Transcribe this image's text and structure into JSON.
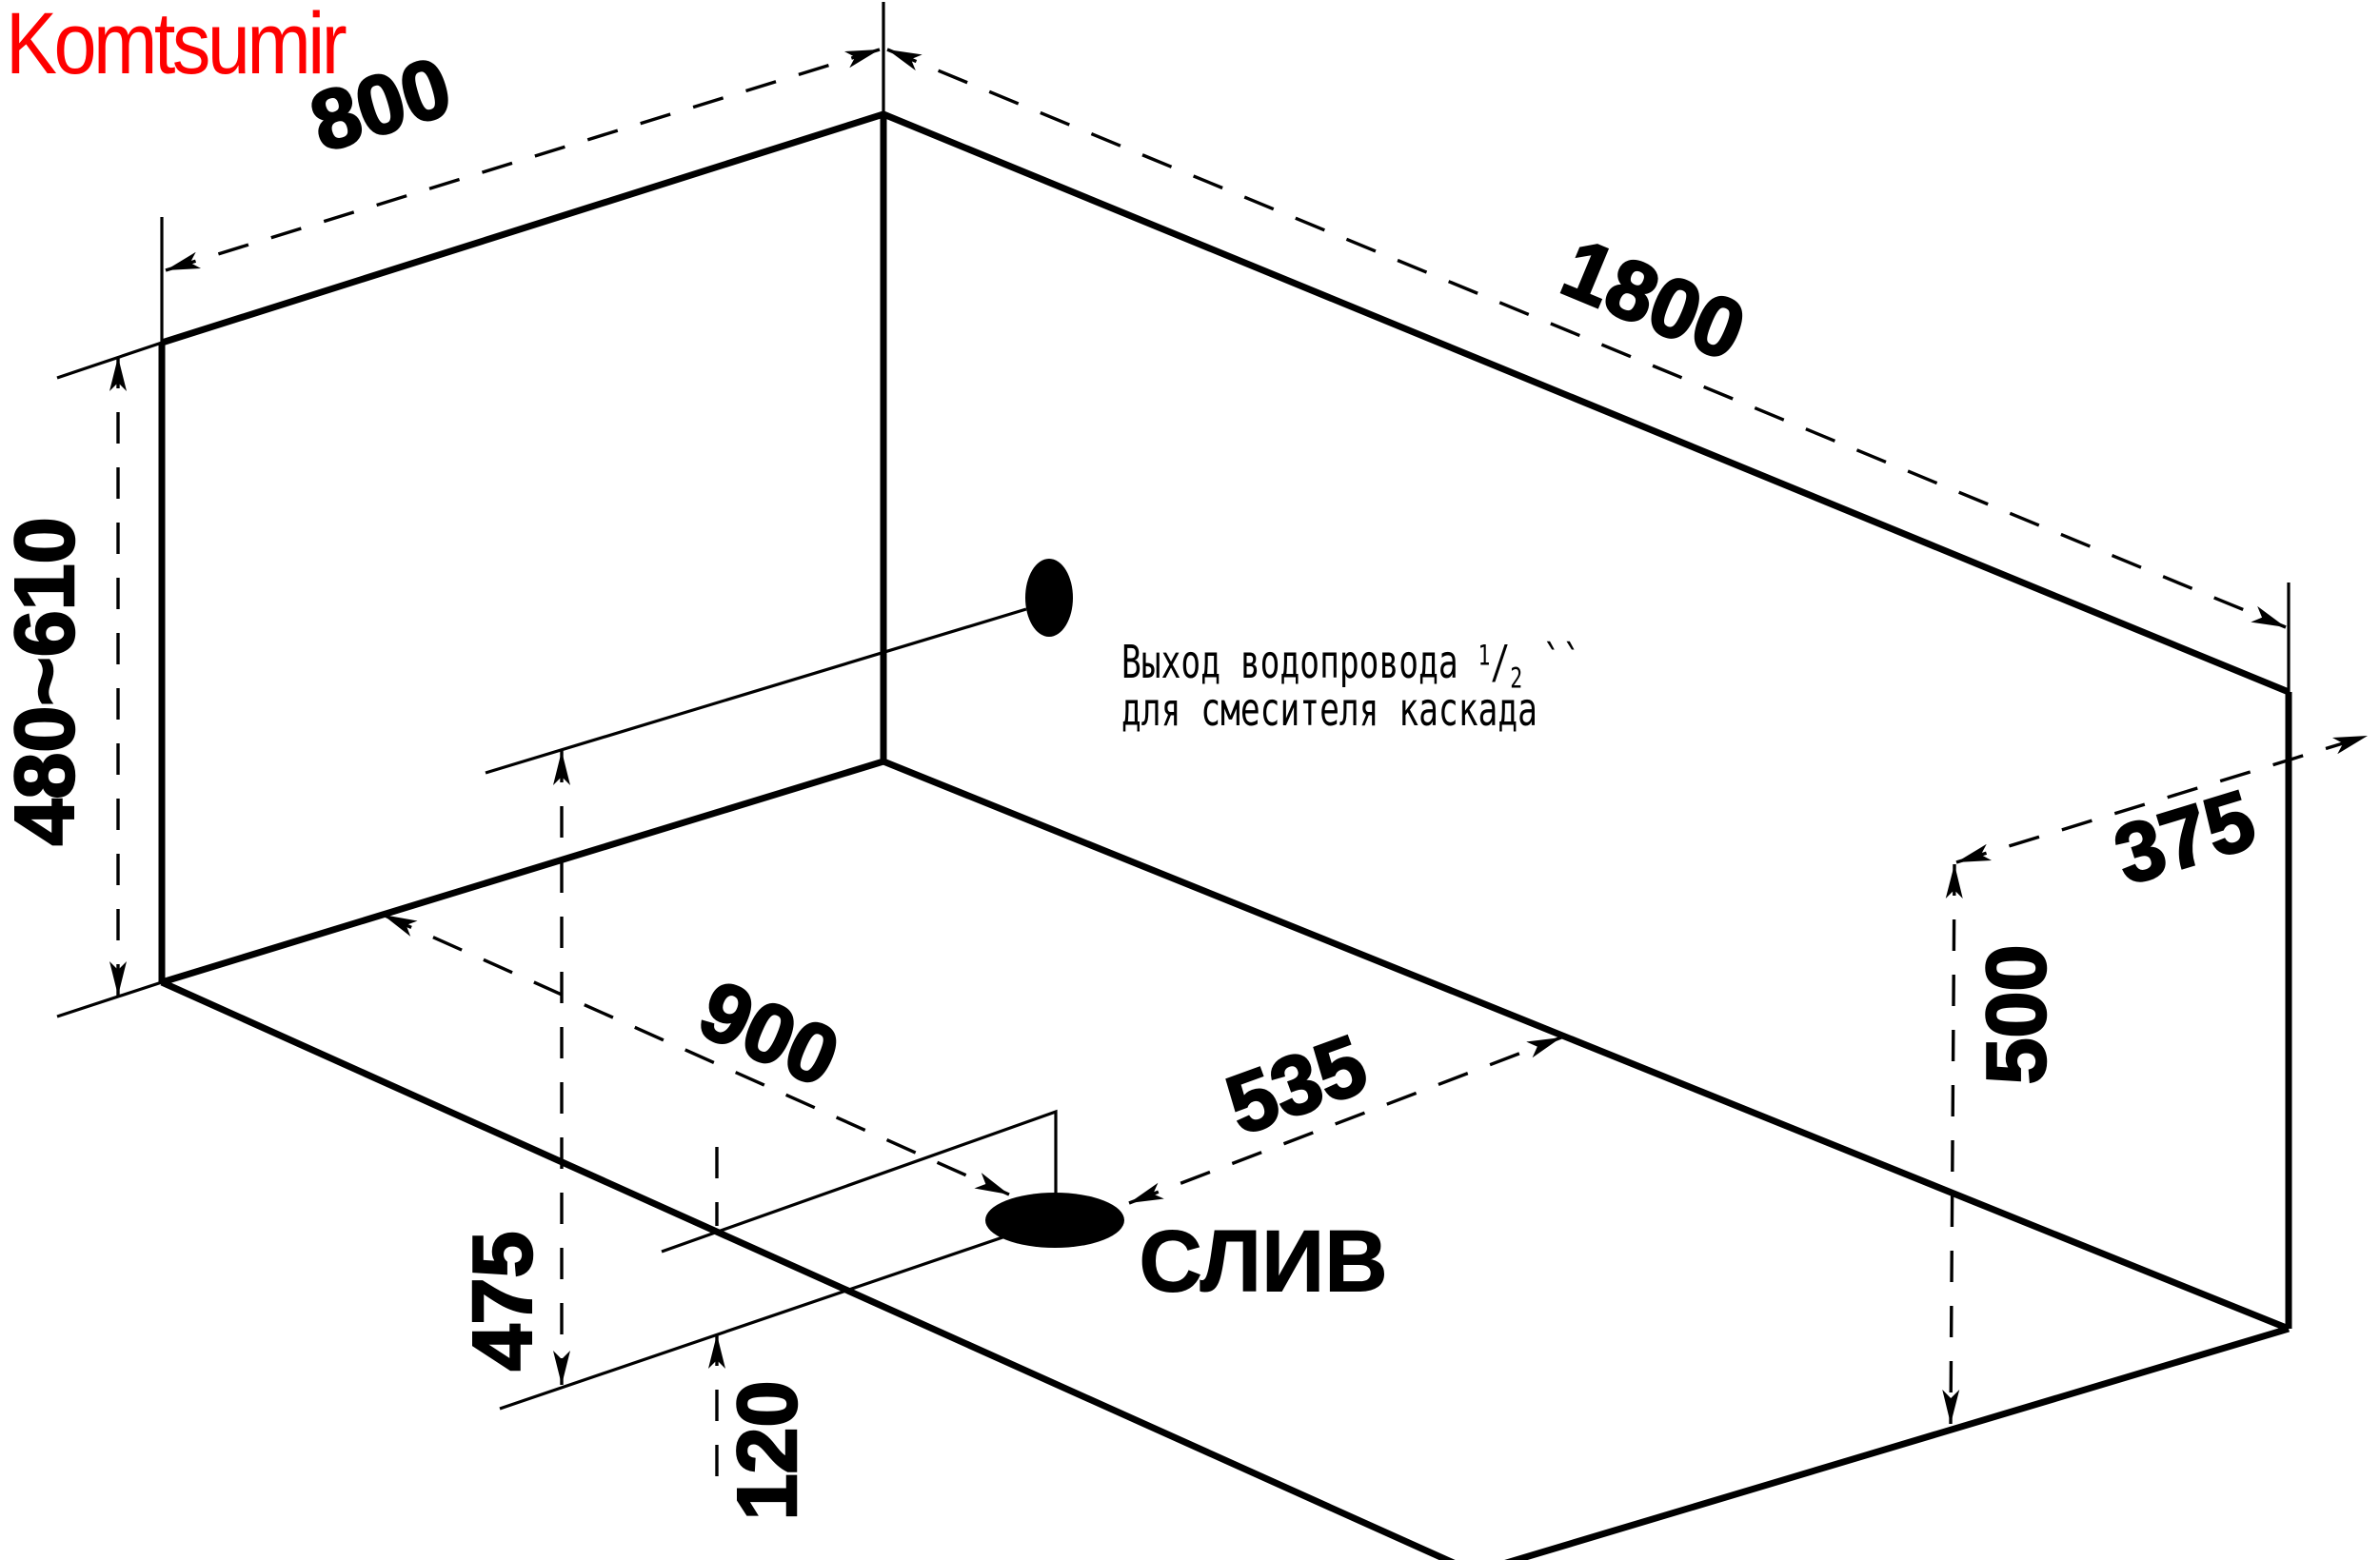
{
  "brand": {
    "name": "Komtsumir",
    "color": "#fe0000"
  },
  "dimensions": {
    "top_left_edge": "800",
    "long_edge": "1800",
    "height_range": "480~610",
    "drain_from_left_wall": "900",
    "drain_from_right_wall": "535",
    "drain_vertical_offset": "475",
    "drain_small_offset": "120",
    "right_end_height": "500",
    "right_end_offset": "375"
  },
  "labels": {
    "drain": "СЛИВ"
  },
  "note": {
    "line1_prefix": "Выход водопровода",
    "fraction_numerator": "1",
    "fraction_slash": "/",
    "fraction_denominator": "2",
    "inch_marks": "``",
    "line2": "для смесителя каскада"
  },
  "colors": {
    "line": "#000000",
    "background": "#ffffff",
    "brand_red": "#fe0000"
  }
}
